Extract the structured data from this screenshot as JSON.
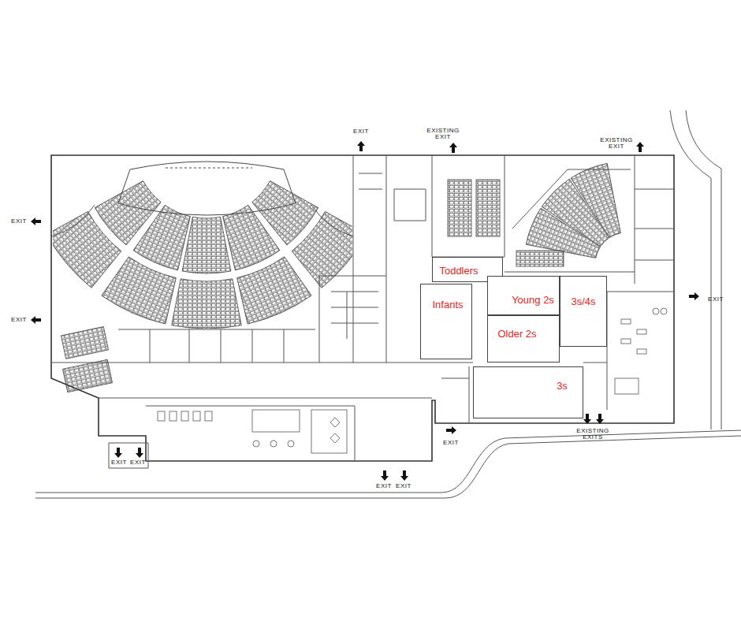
{
  "diagram": {
    "nodes": [
      {
        "text": [
          "Toddlers"
        ]
      },
      {
        "text": [
          "Infants"
        ]
      },
      {
        "text": [
          "Young 2s"
        ]
      },
      {
        "text": [
          "3s/4s"
        ]
      },
      {
        "text": [
          "Older 2s"
        ]
      },
      {
        "text": [
          "3s"
        ]
      }
    ],
    "labels": [
      "EXIT",
      "EXIT",
      "EXIT",
      "EXISTING EXIT",
      "EXISTING EXIT",
      "EXIT",
      "EXIT",
      "EXIT",
      "EXIT",
      "EXIT",
      "EXIT",
      "EXISTING EXITS"
    ]
  }
}
